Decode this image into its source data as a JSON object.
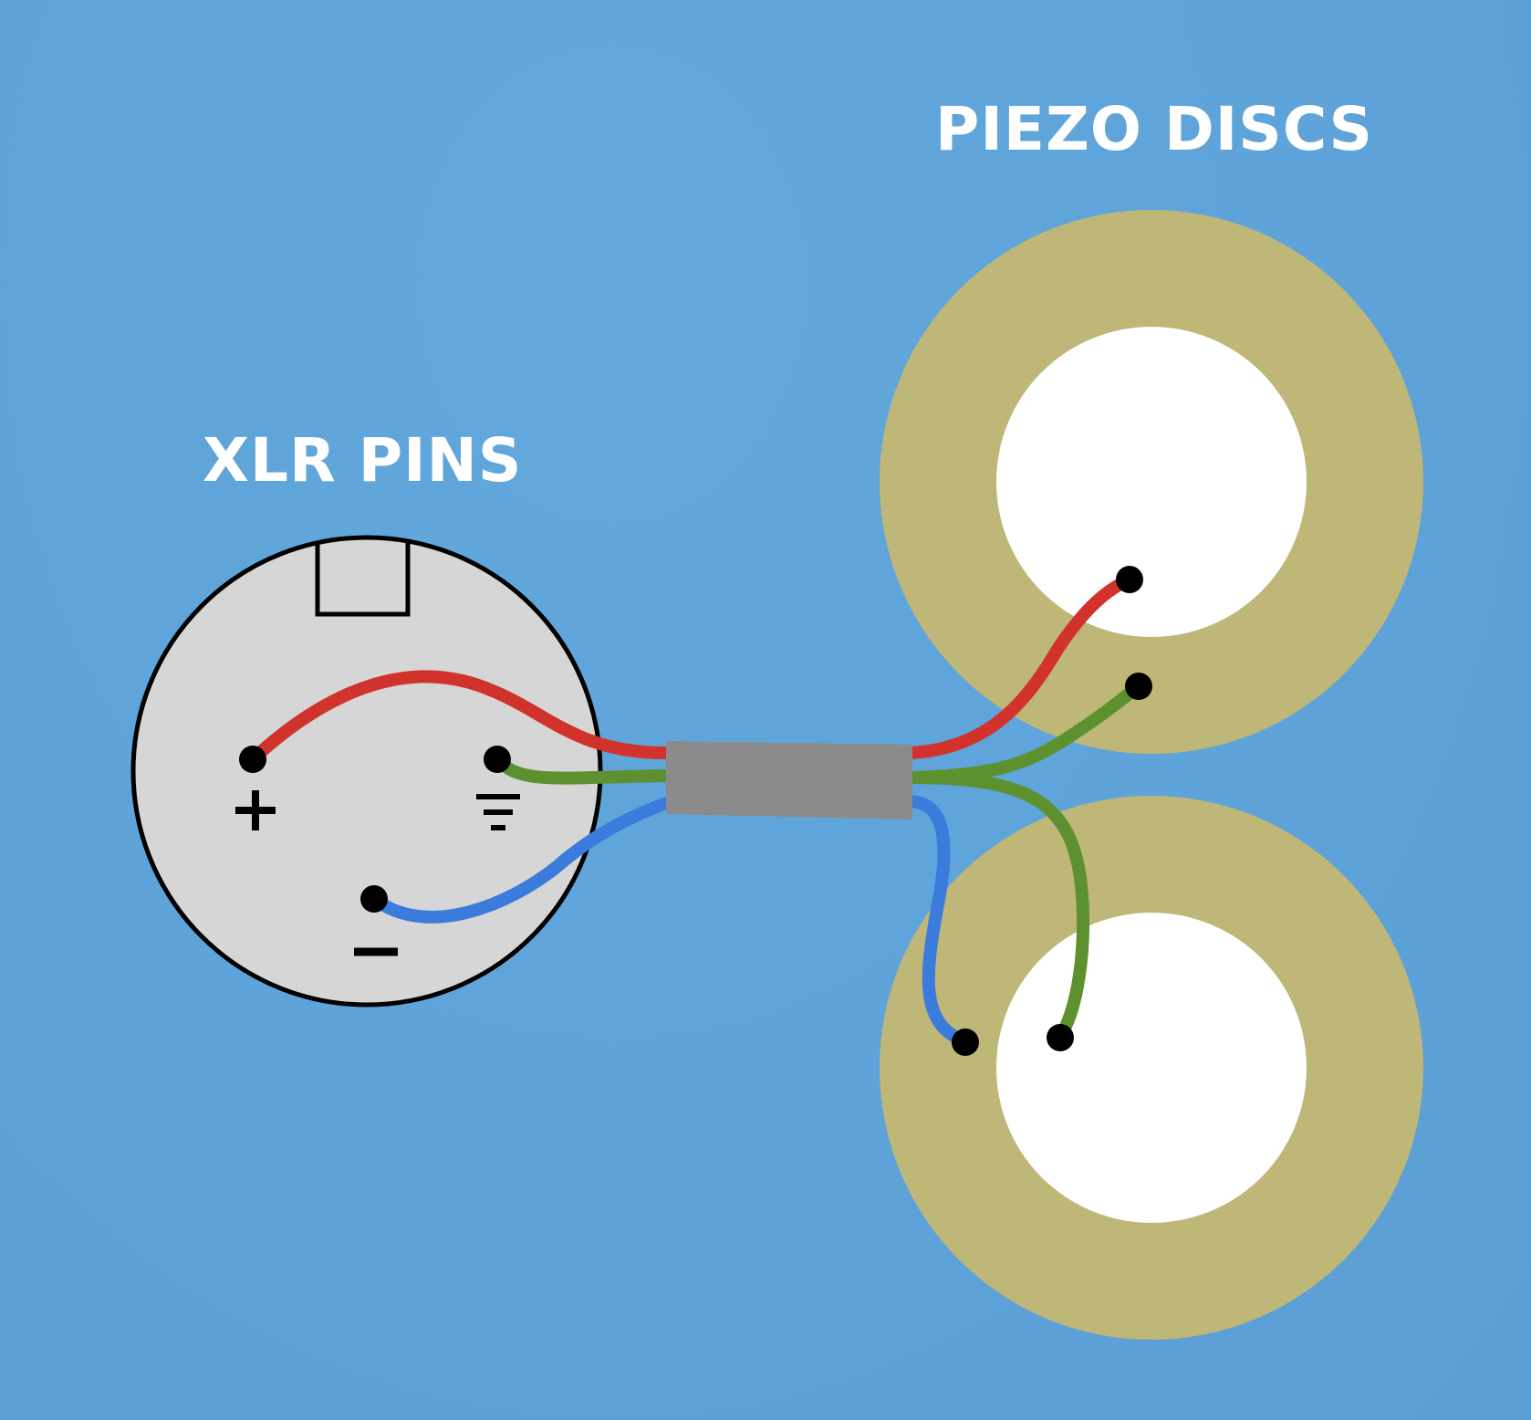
{
  "labels": {
    "xlr_title": "XLR PINS",
    "piezo_title": "PIEZO DISCS"
  },
  "xlr": {
    "pins": [
      {
        "name": "positive",
        "symbol": "+",
        "wire": "red"
      },
      {
        "name": "ground",
        "symbol": "ground-symbol",
        "wire": "green"
      },
      {
        "name": "negative",
        "symbol": "−",
        "wire": "blue"
      }
    ]
  },
  "colors": {
    "background": "#5ea3d9",
    "text": "#ffffff",
    "connector_face": "#d6d6d6",
    "connector_outline": "#000000",
    "wire_red": "#d1322b",
    "wire_green": "#5d9130",
    "wire_blue": "#3b7bdb",
    "cable_sleeve": "#8b8b8b",
    "piezo_brass": "#bfb778",
    "piezo_ceramic": "#ffffff",
    "solder_dot": "#000000"
  },
  "icons": [
    "plus-sign-icon",
    "ground-symbol-icon",
    "minus-sign-icon"
  ]
}
